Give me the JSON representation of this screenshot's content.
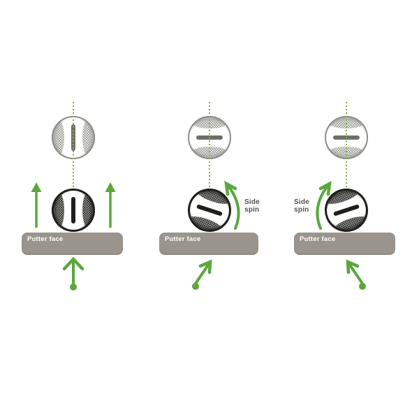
{
  "diagram": "golf-putter-face-spin",
  "colors": {
    "background": "#ffffff",
    "arrow_green": "#5aa73c",
    "dotted_line_green": "#7eb53f",
    "putter_bar_gray": "#9b948d",
    "putter_label_color": "#ffffff",
    "spin_label_color": "#52524d",
    "ball_outline_light": "#8e8e88",
    "ball_outline_dark": "#1e1e1b",
    "slot_light": "#6e6e68",
    "slot_dark": "#1e1e1b"
  },
  "panels": [
    {
      "name": "square-strike-no-side-spin",
      "putter_label": "Putter face",
      "ball_after": "vertical-seam",
      "ball_impact": "vertical-seam",
      "arrows": [
        "up-arrow-left",
        "up-arrow-right",
        "stroke-arrow-straight-up"
      ]
    },
    {
      "name": "tilted-strike-counterclockwise-spin",
      "putter_label": "Putter face",
      "spin_lines": [
        "Side",
        "spin"
      ],
      "ball_after": "horizontal-seam",
      "ball_impact": "horizontal-seam-rotated-clockwise",
      "arrows": [
        "spin-arc-right-side",
        "stroke-arrow-up-right"
      ]
    },
    {
      "name": "tilted-strike-clockwise-spin",
      "putter_label": "Putter face",
      "spin_lines": [
        "Side",
        "spin"
      ],
      "ball_after": "horizontal-seam",
      "ball_impact": "horizontal-seam-rotated-counterclockwise",
      "arrows": [
        "spin-arc-left-side",
        "stroke-arrow-up-left"
      ]
    }
  ]
}
